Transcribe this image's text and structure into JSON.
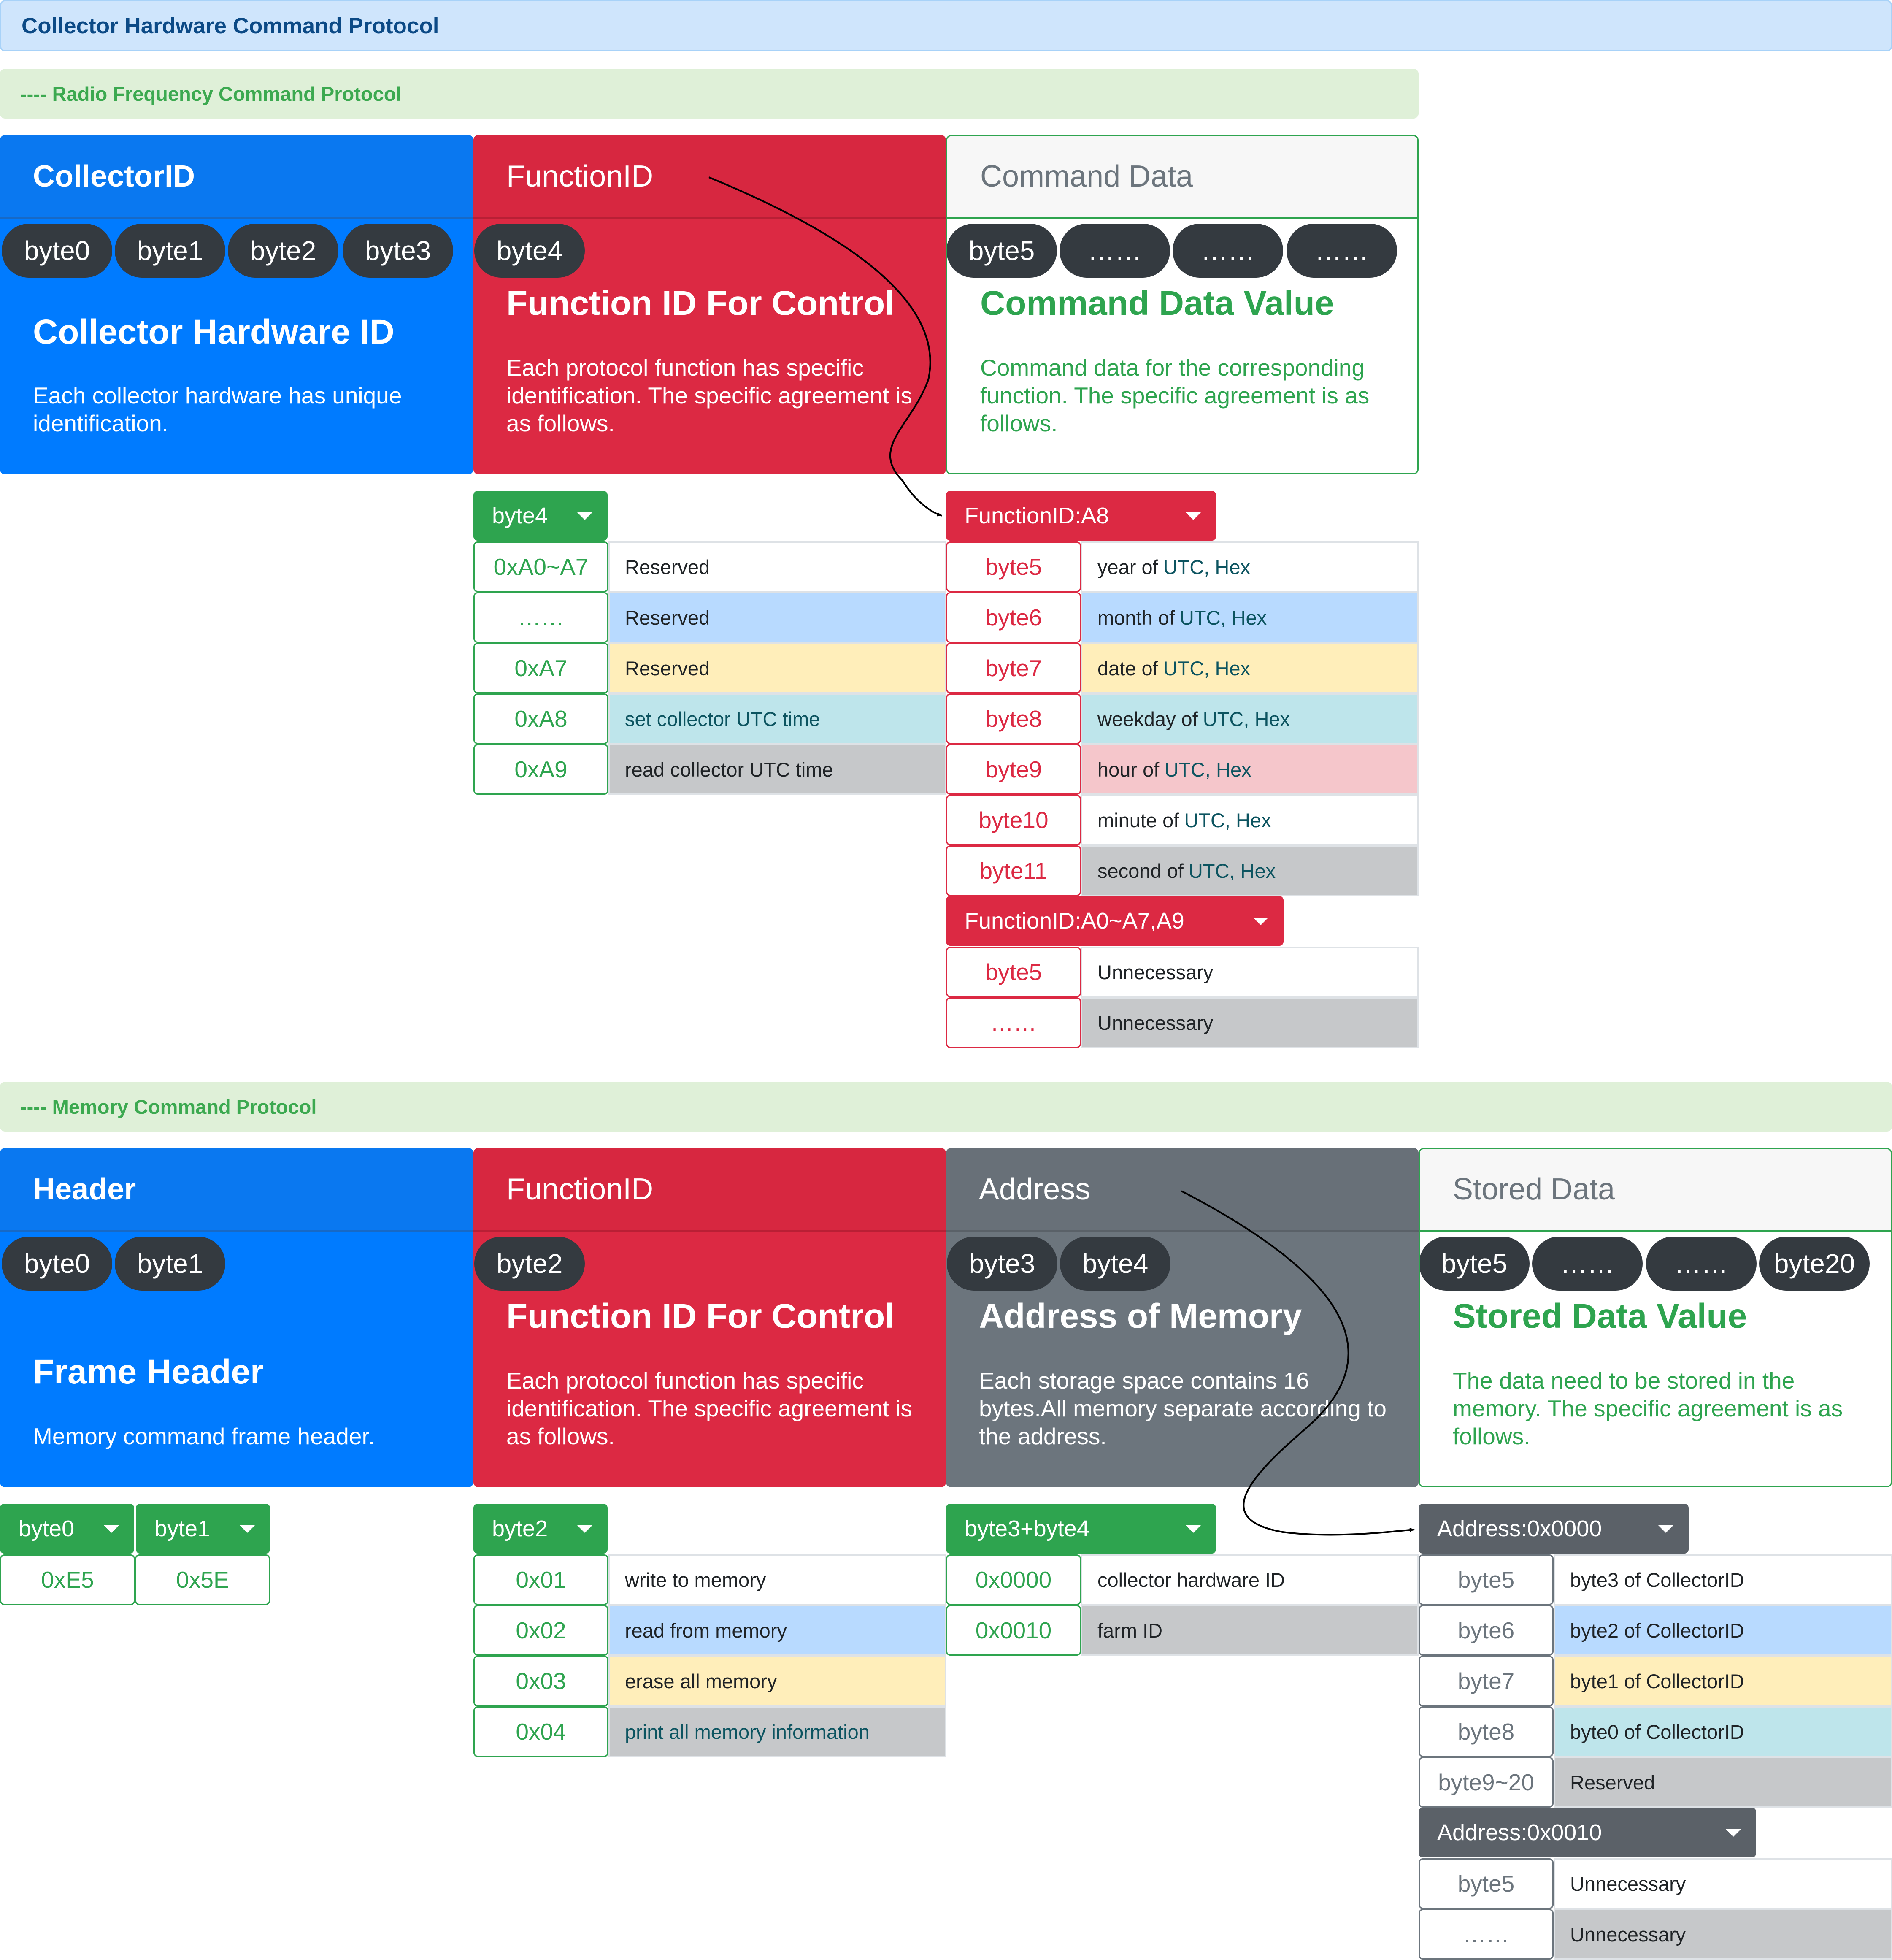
{
  "title": "Collector Hardware Command Protocol",
  "rf": {
    "banner": "---- Radio Frequency Command Protocol",
    "collector_card": {
      "head": "CollectorID",
      "pills": [
        "byte0",
        "byte1",
        "byte2",
        "byte3"
      ],
      "title": "Collector Hardware ID",
      "desc": "Each collector hardware has unique identification."
    },
    "function_card": {
      "head": "FunctionID",
      "pills": [
        "byte4"
      ],
      "title": "Function ID For Control",
      "desc": "Each protocol function has specific identification. The specific agreement is as follows."
    },
    "command_card": {
      "head": "Command Data",
      "pills": [
        "byte5",
        "……",
        "……",
        "……"
      ],
      "title": "Command Data Value",
      "desc": "Command data for the corresponding function. The specific agreement is as follows."
    },
    "byte4_table": {
      "dropdown": "byte4",
      "rows": [
        {
          "key": "0xA0~A7",
          "value": "Reserved"
        },
        {
          "key": "……",
          "value": "Reserved"
        },
        {
          "key": "0xA7",
          "value": "Reserved"
        },
        {
          "key": "0xA8",
          "value": "set collector UTC time"
        },
        {
          "key": "0xA9",
          "value": "read collector UTC time"
        }
      ]
    },
    "a8_table": {
      "dropdown": "FunctionID:A8",
      "rows": [
        {
          "key": "byte5",
          "prefix": "year of ",
          "value": "UTC, Hex"
        },
        {
          "key": "byte6",
          "prefix": "month of ",
          "value": "UTC, Hex"
        },
        {
          "key": "byte7",
          "prefix": "date of ",
          "value": "UTC, Hex"
        },
        {
          "key": "byte8",
          "prefix": "weekday of ",
          "value": "UTC, Hex"
        },
        {
          "key": "byte9",
          "prefix": "hour of ",
          "value": "UTC, Hex"
        },
        {
          "key": "byte10",
          "prefix": "minute of ",
          "value": "UTC, Hex"
        },
        {
          "key": "byte11",
          "prefix": "second of ",
          "value": "UTC, Hex"
        }
      ]
    },
    "other_table": {
      "dropdown": "FunctionID:A0~A7,A9",
      "rows": [
        {
          "key": "byte5",
          "value": "Unnecessary"
        },
        {
          "key": "……",
          "value": "Unnecessary"
        }
      ]
    }
  },
  "mem": {
    "banner": "---- Memory Command Protocol",
    "header_card": {
      "head": "Header",
      "pills": [
        "byte0",
        "byte1"
      ],
      "title": "Frame Header",
      "desc": "Memory command frame header."
    },
    "function_card": {
      "head": "FunctionID",
      "pills": [
        "byte2"
      ],
      "title": "Function ID For Control",
      "desc": "Each protocol function has specific identification. The specific agreement is as follows."
    },
    "address_card": {
      "head": "Address",
      "pills": [
        "byte3",
        "byte4"
      ],
      "title": "Address of Memory",
      "desc": "Each storage space contains 16 bytes.All memory separate according to the address."
    },
    "stored_card": {
      "head": "Stored Data",
      "pills": [
        "byte5",
        "……",
        "……",
        "byte20"
      ],
      "title": "Stored Data Value",
      "desc": "The data need to be stored in the memory. The specific agreement is as follows."
    },
    "header_table": {
      "dropdowns": [
        "byte0",
        "byte1"
      ],
      "values": [
        "0xE5",
        "0x5E"
      ]
    },
    "byte2_table": {
      "dropdown": "byte2",
      "rows": [
        {
          "key": "0x01",
          "value": "write to memory"
        },
        {
          "key": "0x02",
          "value": "read from memory"
        },
        {
          "key": "0x03",
          "value": "erase all memory"
        },
        {
          "key": "0x04",
          "value": "print all memory information"
        }
      ]
    },
    "addr_table": {
      "dropdown": "byte3+byte4",
      "rows": [
        {
          "key": "0x0000",
          "value": "collector hardware ID"
        },
        {
          "key": "0x0010",
          "value": "farm ID"
        }
      ]
    },
    "addr0_table": {
      "dropdown": "Address:0x0000",
      "rows": [
        {
          "key": "byte5",
          "value": "byte3 of CollectorID"
        },
        {
          "key": "byte6",
          "value": "byte2 of CollectorID"
        },
        {
          "key": "byte7",
          "value": "byte1 of CollectorID"
        },
        {
          "key": "byte8",
          "value": "byte0 of CollectorID"
        },
        {
          "key": "byte9~20",
          "value": "Reserved"
        }
      ]
    },
    "addr10_table": {
      "dropdown": "Address:0x0010",
      "rows": [
        {
          "key": "byte5",
          "value": "Unnecessary"
        },
        {
          "key": "……",
          "value": "Unnecessary"
        }
      ]
    }
  }
}
